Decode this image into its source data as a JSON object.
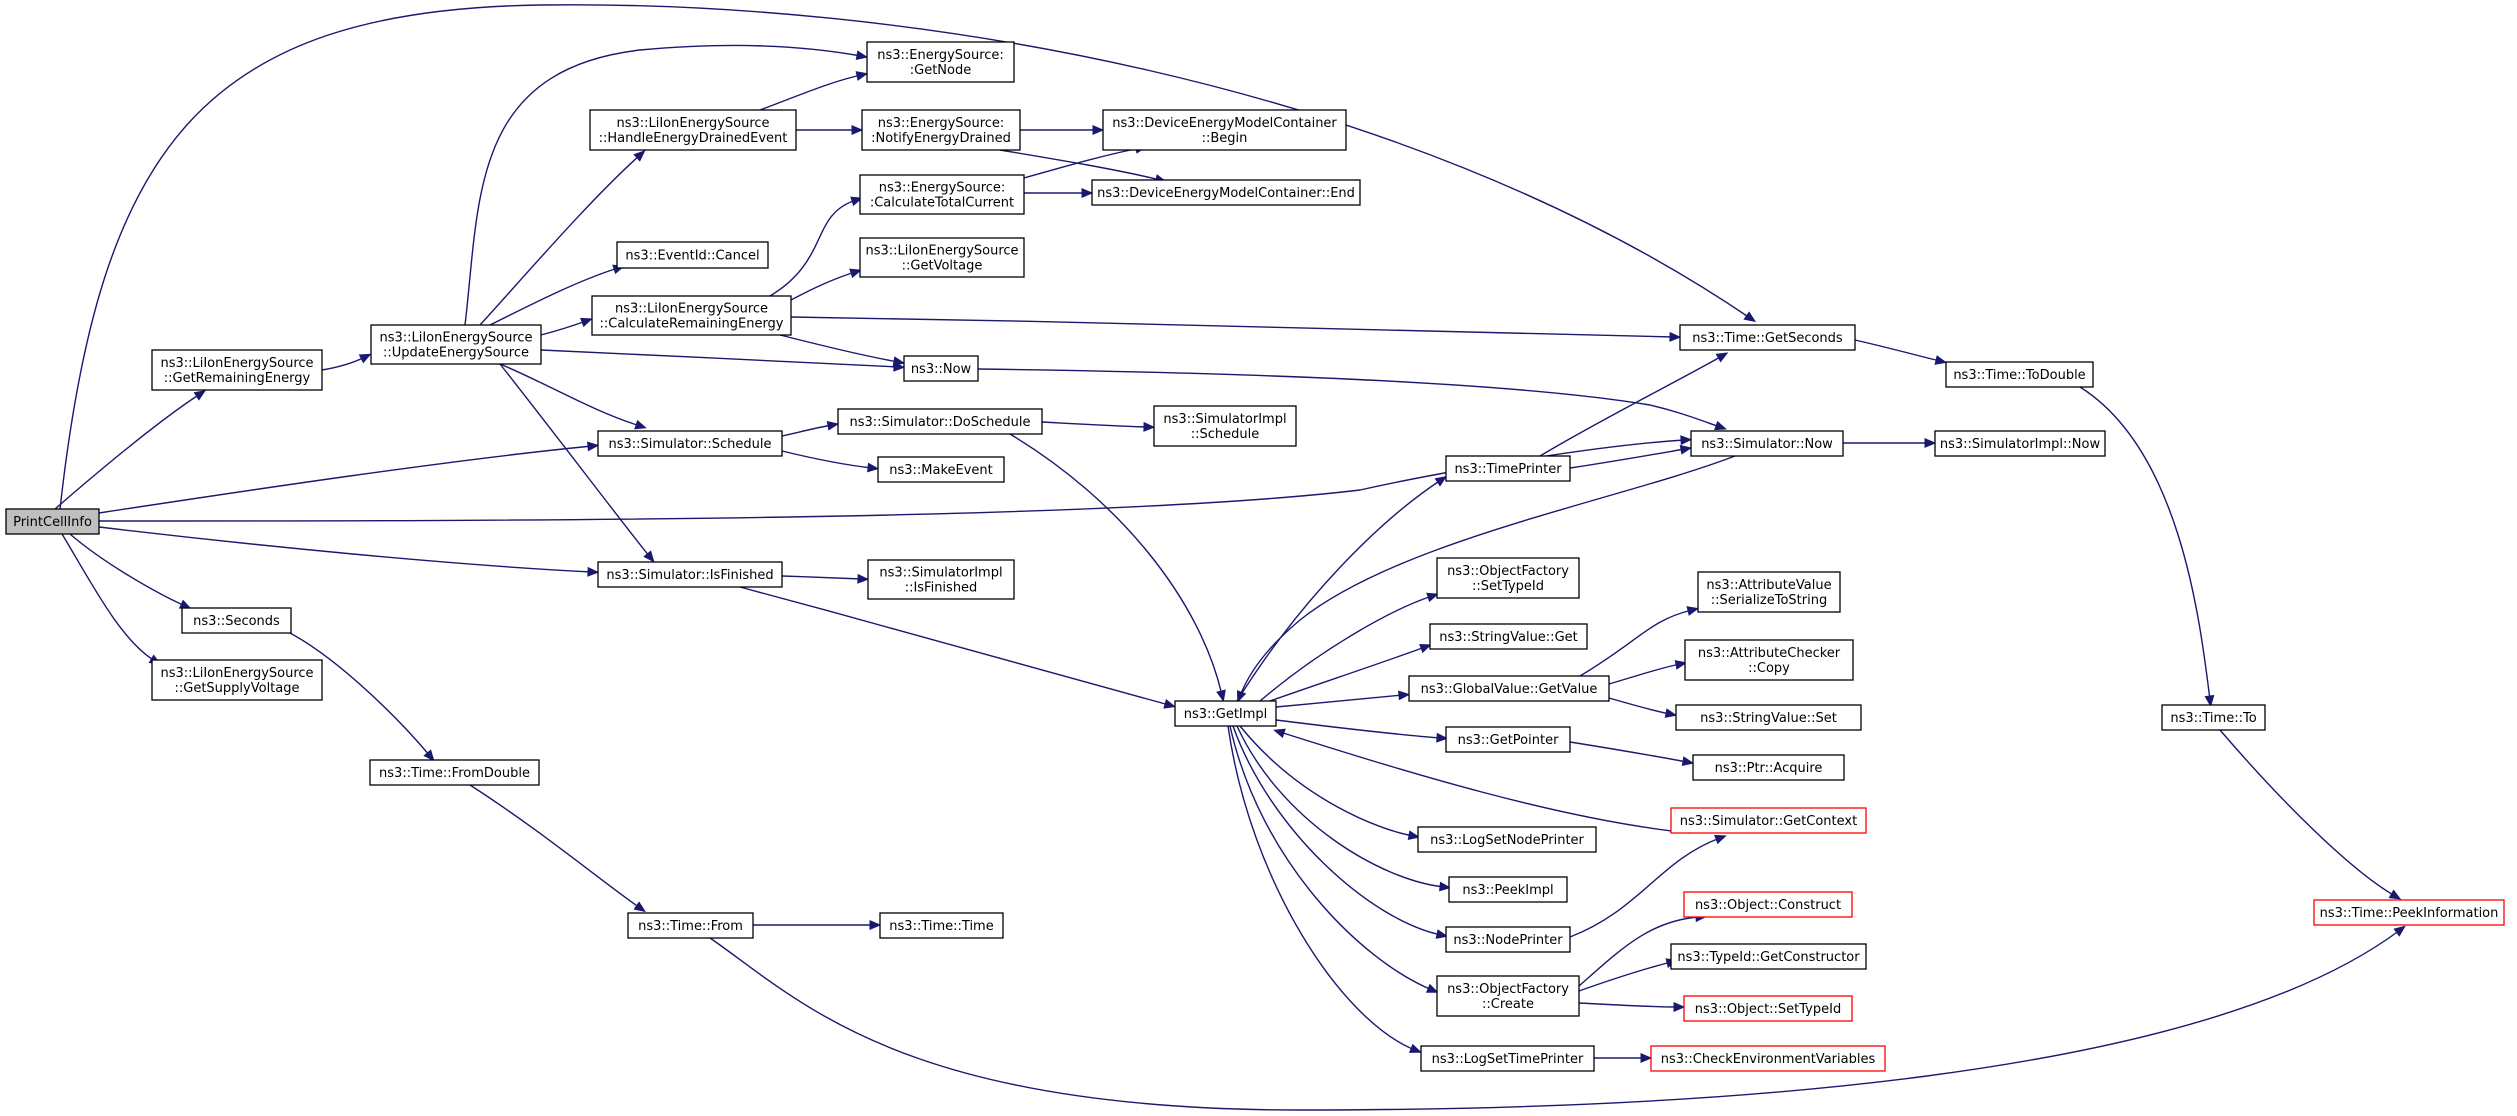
{
  "colors": {
    "edge": "#191970",
    "node_border": "#000000",
    "node_border_truncated": "#ff0000",
    "root_fill": "#bfbfbf"
  },
  "nodes": [
    {
      "id": "root",
      "lines": [
        "PrintCellInfo"
      ],
      "root": true
    },
    {
      "id": "getRemaining",
      "lines": [
        "ns3::LiIonEnergySource",
        "::GetRemainingEnergy"
      ]
    },
    {
      "id": "seconds",
      "lines": [
        "ns3::Seconds"
      ]
    },
    {
      "id": "getSupply",
      "lines": [
        "ns3::LiIonEnergySource",
        "::GetSupplyVoltage"
      ]
    },
    {
      "id": "updateEnergy",
      "lines": [
        "ns3::LiIonEnergySource",
        "::UpdateEnergySource"
      ]
    },
    {
      "id": "fromDouble",
      "lines": [
        "ns3::Time::FromDouble"
      ]
    },
    {
      "id": "handleDrained",
      "lines": [
        "ns3::LiIonEnergySource",
        "::HandleEnergyDrainedEvent"
      ]
    },
    {
      "id": "eventCancel",
      "lines": [
        "ns3::EventId::Cancel"
      ]
    },
    {
      "id": "calcRemaining",
      "lines": [
        "ns3::LiIonEnergySource",
        "::CalculateRemainingEnergy"
      ]
    },
    {
      "id": "schedule",
      "lines": [
        "ns3::Simulator::Schedule"
      ]
    },
    {
      "id": "isFinished",
      "lines": [
        "ns3::Simulator::IsFinished"
      ]
    },
    {
      "id": "timeFrom",
      "lines": [
        "ns3::Time::From"
      ]
    },
    {
      "id": "getNode",
      "lines": [
        "ns3::EnergySource:",
        ":GetNode"
      ]
    },
    {
      "id": "notifyDrained",
      "lines": [
        "ns3::EnergySource:",
        ":NotifyEnergyDrained"
      ]
    },
    {
      "id": "calcTotal",
      "lines": [
        "ns3::EnergySource:",
        ":CalculateTotalCurrent"
      ]
    },
    {
      "id": "getVoltage",
      "lines": [
        "ns3::LiIonEnergySource",
        "::GetVoltage"
      ]
    },
    {
      "id": "now3",
      "lines": [
        "ns3::Now"
      ]
    },
    {
      "id": "doSchedule",
      "lines": [
        "ns3::Simulator::DoSchedule"
      ]
    },
    {
      "id": "makeEvent",
      "lines": [
        "ns3::MakeEvent"
      ]
    },
    {
      "id": "simImplFinished",
      "lines": [
        "ns3::SimulatorImpl",
        "::IsFinished"
      ]
    },
    {
      "id": "timeTime",
      "lines": [
        "ns3::Time::Time"
      ]
    },
    {
      "id": "demcBegin",
      "lines": [
        "ns3::DeviceEnergyModelContainer",
        "::Begin"
      ]
    },
    {
      "id": "demcEnd",
      "lines": [
        "ns3::DeviceEnergyModelContainer::End"
      ]
    },
    {
      "id": "simImplSchedule",
      "lines": [
        "ns3::SimulatorImpl",
        "::Schedule"
      ]
    },
    {
      "id": "getImpl",
      "lines": [
        "ns3::GetImpl"
      ]
    },
    {
      "id": "timePrinter",
      "lines": [
        "ns3::TimePrinter"
      ]
    },
    {
      "id": "ofSetTypeId",
      "lines": [
        "ns3::ObjectFactory",
        "::SetTypeId"
      ]
    },
    {
      "id": "strGet",
      "lines": [
        "ns3::StringValue::Get"
      ]
    },
    {
      "id": "gvGetValue",
      "lines": [
        "ns3::GlobalValue::GetValue"
      ]
    },
    {
      "id": "getPointer",
      "lines": [
        "ns3::GetPointer"
      ]
    },
    {
      "id": "logSetNode",
      "lines": [
        "ns3::LogSetNodePrinter"
      ]
    },
    {
      "id": "peekImpl",
      "lines": [
        "ns3::PeekImpl"
      ]
    },
    {
      "id": "nodePrinter",
      "lines": [
        "ns3::NodePrinter"
      ]
    },
    {
      "id": "ofCreate",
      "lines": [
        "ns3::ObjectFactory",
        "::Create"
      ]
    },
    {
      "id": "logSetTime",
      "lines": [
        "ns3::LogSetTimePrinter"
      ]
    },
    {
      "id": "getSeconds",
      "lines": [
        "ns3::Time::GetSeconds"
      ]
    },
    {
      "id": "simNow",
      "lines": [
        "ns3::Simulator::Now"
      ]
    },
    {
      "id": "avSerialize",
      "lines": [
        "ns3::AttributeValue",
        "::SerializeToString"
      ]
    },
    {
      "id": "acCopy",
      "lines": [
        "ns3::AttributeChecker",
        "::Copy"
      ]
    },
    {
      "id": "strSet",
      "lines": [
        "ns3::StringValue::Set"
      ]
    },
    {
      "id": "ptrAcquire",
      "lines": [
        "ns3::Ptr::Acquire"
      ]
    },
    {
      "id": "getContext",
      "lines": [
        "ns3::Simulator::GetContext"
      ],
      "truncated": true
    },
    {
      "id": "objConstruct",
      "lines": [
        "ns3::Object::Construct"
      ],
      "truncated": true
    },
    {
      "id": "getConstructor",
      "lines": [
        "ns3::TypeId::GetConstructor"
      ]
    },
    {
      "id": "objSetTypeId",
      "lines": [
        "ns3::Object::SetTypeId"
      ],
      "truncated": true
    },
    {
      "id": "checkEnv",
      "lines": [
        "ns3::CheckEnvironmentVariables"
      ],
      "truncated": true
    },
    {
      "id": "toDouble",
      "lines": [
        "ns3::Time::ToDouble"
      ]
    },
    {
      "id": "simImplNow",
      "lines": [
        "ns3::SimulatorImpl::Now"
      ]
    },
    {
      "id": "timeTo",
      "lines": [
        "ns3::Time::To"
      ]
    },
    {
      "id": "peekInfo",
      "lines": [
        "ns3::Time::PeekInformation"
      ],
      "truncated": true
    }
  ],
  "edges": [
    [
      "root",
      "getRemaining"
    ],
    [
      "root",
      "seconds"
    ],
    [
      "root",
      "getSupply"
    ],
    [
      "root",
      "schedule"
    ],
    [
      "root",
      "isFinished"
    ],
    [
      "root",
      "getSeconds"
    ],
    [
      "root",
      "simNow"
    ],
    [
      "getRemaining",
      "updateEnergy"
    ],
    [
      "updateEnergy",
      "getNode"
    ],
    [
      "updateEnergy",
      "handleDrained"
    ],
    [
      "updateEnergy",
      "eventCancel"
    ],
    [
      "updateEnergy",
      "calcRemaining"
    ],
    [
      "updateEnergy",
      "now3"
    ],
    [
      "updateEnergy",
      "schedule"
    ],
    [
      "updateEnergy",
      "isFinished"
    ],
    [
      "handleDrained",
      "getNode"
    ],
    [
      "handleDrained",
      "notifyDrained"
    ],
    [
      "notifyDrained",
      "demcBegin"
    ],
    [
      "notifyDrained",
      "demcEnd"
    ],
    [
      "calcRemaining",
      "calcTotal"
    ],
    [
      "calcRemaining",
      "getVoltage"
    ],
    [
      "calcRemaining",
      "now3"
    ],
    [
      "calcRemaining",
      "getSeconds"
    ],
    [
      "calcTotal",
      "demcBegin"
    ],
    [
      "calcTotal",
      "demcEnd"
    ],
    [
      "now3",
      "simNow"
    ],
    [
      "schedule",
      "doSchedule"
    ],
    [
      "schedule",
      "makeEvent"
    ],
    [
      "doSchedule",
      "simImplSchedule"
    ],
    [
      "doSchedule",
      "getImpl"
    ],
    [
      "isFinished",
      "simImplFinished"
    ],
    [
      "isFinished",
      "getImpl"
    ],
    [
      "seconds",
      "fromDouble"
    ],
    [
      "fromDouble",
      "timeFrom"
    ],
    [
      "timeFrom",
      "timeTime"
    ],
    [
      "timeFrom",
      "peekInfo"
    ],
    [
      "getImpl",
      "timePrinter"
    ],
    [
      "getImpl",
      "ofSetTypeId"
    ],
    [
      "getImpl",
      "strGet"
    ],
    [
      "getImpl",
      "gvGetValue"
    ],
    [
      "getImpl",
      "getPointer"
    ],
    [
      "getImpl",
      "logSetNode"
    ],
    [
      "getImpl",
      "peekImpl"
    ],
    [
      "getImpl",
      "nodePrinter"
    ],
    [
      "getImpl",
      "ofCreate"
    ],
    [
      "getImpl",
      "logSetTime"
    ],
    [
      "timePrinter",
      "getSeconds"
    ],
    [
      "timePrinter",
      "simNow"
    ],
    [
      "simNow",
      "getImpl"
    ],
    [
      "simNow",
      "simImplNow"
    ],
    [
      "gvGetValue",
      "avSerialize"
    ],
    [
      "gvGetValue",
      "acCopy"
    ],
    [
      "gvGetValue",
      "strSet"
    ],
    [
      "getPointer",
      "ptrAcquire"
    ],
    [
      "getContext",
      "getImpl"
    ],
    [
      "nodePrinter",
      "getContext"
    ],
    [
      "ofCreate",
      "objConstruct"
    ],
    [
      "ofCreate",
      "getConstructor"
    ],
    [
      "ofCreate",
      "objSetTypeId"
    ],
    [
      "logSetTime",
      "checkEnv"
    ],
    [
      "getSeconds",
      "toDouble"
    ],
    [
      "toDouble",
      "timeTo"
    ],
    [
      "timeTo",
      "peekInfo"
    ]
  ]
}
